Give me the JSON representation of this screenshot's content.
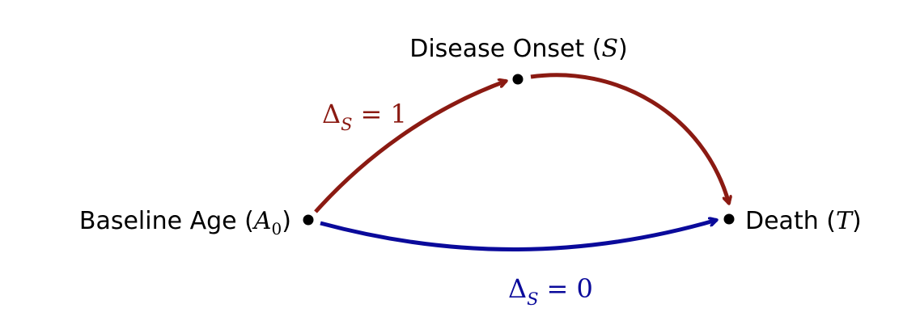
{
  "nodes": {
    "onset": {
      "name": "Disease Onset",
      "symbol": "S"
    },
    "baseline": {
      "name": "Baseline Age",
      "symbol": "A",
      "subscript": "0"
    },
    "death": {
      "name": "Death",
      "symbol": "T"
    }
  },
  "edges": {
    "red": {
      "delta": "Δ",
      "subscript": "S",
      "equals": "= 1",
      "color": "#8B1A12"
    },
    "blue": {
      "delta": "Δ",
      "subscript": "S",
      "equals": "= 0",
      "color": "#0A0A9B"
    }
  }
}
